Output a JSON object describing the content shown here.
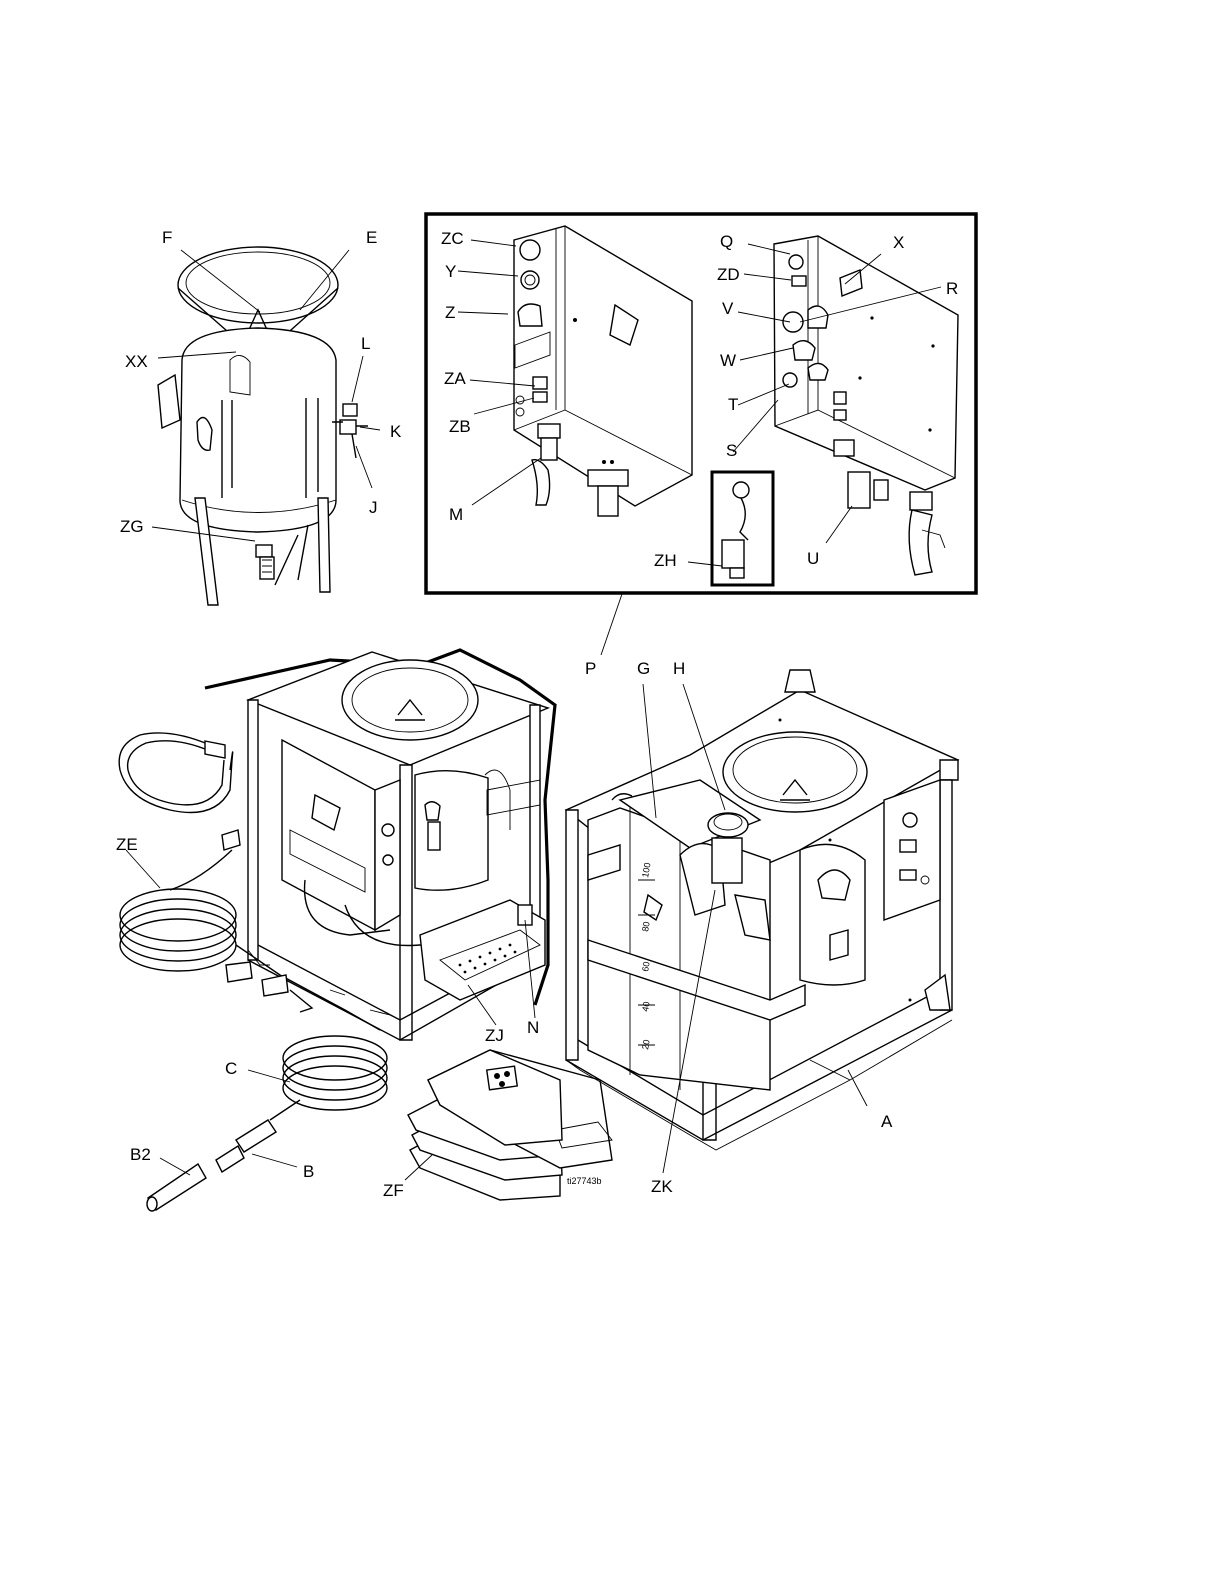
{
  "figure": {
    "id_text": "ti27743b",
    "callouts": {
      "F": "F",
      "E": "E",
      "XX": "XX",
      "L": "L",
      "K": "K",
      "J": "J",
      "ZG": "ZG",
      "ZC": "ZC",
      "Y": "Y",
      "Z": "Z",
      "ZA": "ZA",
      "ZB": "ZB",
      "M": "M",
      "Q": "Q",
      "X": "X",
      "ZD": "ZD",
      "R": "R",
      "V": "V",
      "W": "W",
      "T": "T",
      "S": "S",
      "U": "U",
      "ZH": "ZH",
      "P": "P",
      "G": "G",
      "H": "H",
      "ZE": "ZE",
      "ZJ": "ZJ",
      "N": "N",
      "C": "C",
      "B2": "B2",
      "B": "B",
      "ZF": "ZF",
      "ZK": "ZK",
      "A": "A"
    },
    "tank_scale": [
      "100",
      "80",
      "60",
      "40",
      "20"
    ]
  }
}
